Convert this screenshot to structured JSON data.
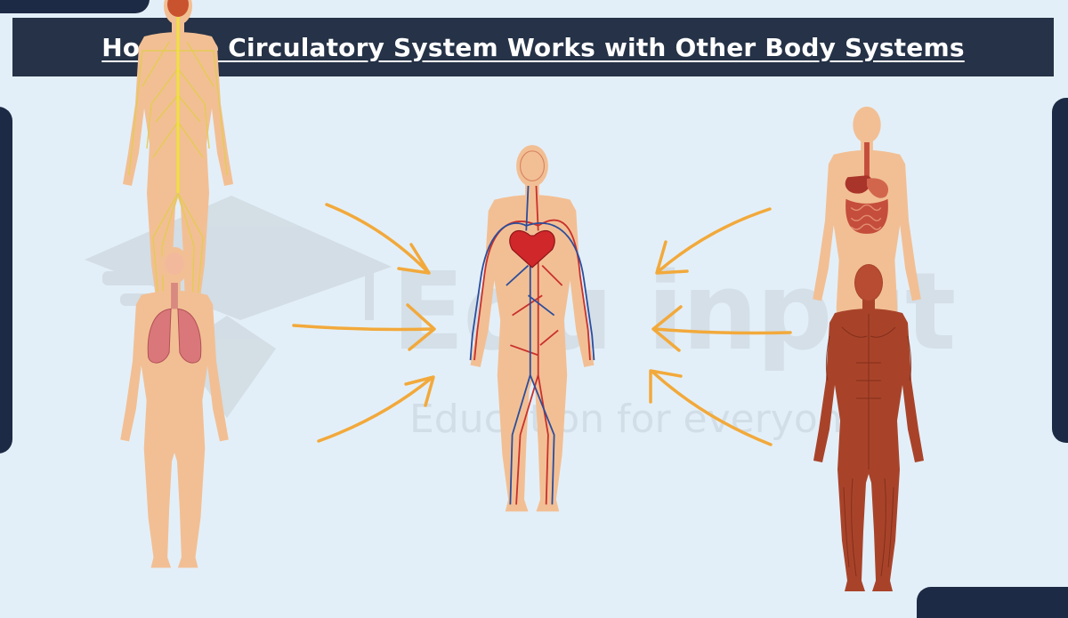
{
  "title": "How the Circulatory System Works with Other Body Systems",
  "watermark": {
    "brand": "Edu input",
    "tagline": "Education for everyone"
  },
  "figures": {
    "center": "circulatory-system",
    "top_left": "nervous-system",
    "bottom_left": "respiratory-system",
    "top_right": "digestive-system",
    "bottom_right": "muscular-system"
  },
  "colors": {
    "background": "#e3eff8",
    "title_bar": "#253247",
    "title_text": "#ffffff",
    "accent_tabs": "#1c2a45",
    "arrow": "#f2a93b",
    "skin": "#f2bf94",
    "artery": "#c9302c",
    "vein": "#2c4d9c",
    "nerve": "#e6d14a",
    "muscle": "#a8432a",
    "lungs": "#d9777a",
    "gut": "#c44d3b"
  }
}
